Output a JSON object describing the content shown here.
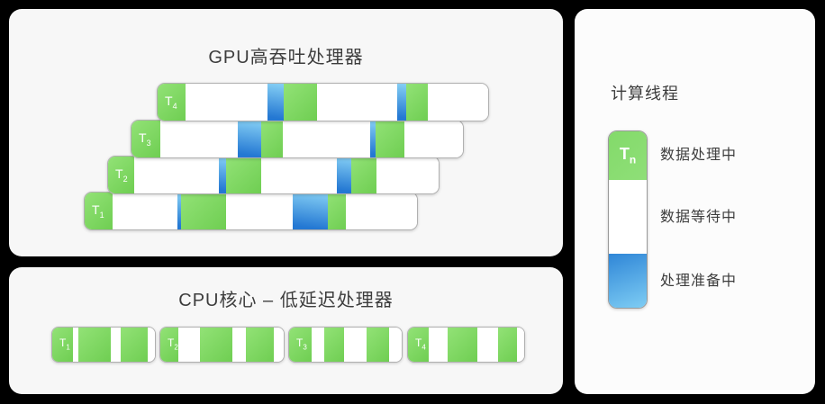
{
  "colors": {
    "green": "#7ed95f",
    "green_light": "#92e276",
    "blue_dark": "#2478d3",
    "blue_light": "#86d0f5",
    "panel_bg": "#f7f7f7",
    "legend_panel_bg": "#fcfcfc",
    "text": "#3d3d3d",
    "background": "#000000"
  },
  "gpu_panel": {
    "title": "GPU高吞吐处理器",
    "threads": [
      {
        "id": "t4",
        "label": "T",
        "sub": "4",
        "segments": [
          [
            "label",
            8.4
          ],
          [
            "wait",
            24.9
          ],
          [
            "ready",
            4.9
          ],
          [
            "process",
            10.0
          ],
          [
            "wait",
            24.4
          ],
          [
            "ready",
            2.7
          ],
          [
            "process",
            6.5
          ],
          [
            "wait",
            18.2
          ]
        ]
      },
      {
        "id": "t3",
        "label": "T",
        "sub": "3",
        "segments": [
          [
            "label",
            8.6
          ],
          [
            "wait",
            23.5
          ],
          [
            "ready",
            7.0
          ],
          [
            "process",
            6.5
          ],
          [
            "wait",
            26.5
          ],
          [
            "ready",
            1.6
          ],
          [
            "process",
            8.6
          ],
          [
            "wait",
            17.7
          ]
        ]
      },
      {
        "id": "t2",
        "label": "T",
        "sub": "2",
        "segments": [
          [
            "label",
            7.9
          ],
          [
            "wait",
            25.5
          ],
          [
            "ready",
            2.4
          ],
          [
            "process",
            10.6
          ],
          [
            "wait",
            22.8
          ],
          [
            "ready",
            4.3
          ],
          [
            "process",
            7.6
          ],
          [
            "wait",
            18.9
          ]
        ]
      },
      {
        "id": "t1",
        "label": "T",
        "sub": "1",
        "segments": [
          [
            "label",
            8.4
          ],
          [
            "wait",
            19.4
          ],
          [
            "ready",
            1.1
          ],
          [
            "process",
            13.7
          ],
          [
            "wait",
            19.9
          ],
          [
            "ready",
            10.8
          ],
          [
            "process",
            5.4
          ],
          [
            "wait",
            21.3
          ]
        ]
      }
    ]
  },
  "cpu_panel": {
    "title": "CPU核心 – 低延迟处理器",
    "threads": [
      {
        "id": "t1",
        "label": "T",
        "sub": "1",
        "segments": [
          [
            "label",
            19.8
          ],
          [
            "wait",
            6.0
          ],
          [
            "process",
            31.0
          ],
          [
            "wait",
            10.3
          ],
          [
            "process",
            25.9
          ],
          [
            "wait",
            7.0
          ]
        ]
      },
      {
        "id": "t2",
        "label": "T",
        "sub": "2",
        "segments": [
          [
            "label",
            14.4
          ],
          [
            "wait",
            18.0
          ],
          [
            "process",
            25.9
          ],
          [
            "wait",
            10.8
          ],
          [
            "process",
            23.0
          ],
          [
            "wait",
            7.9
          ]
        ]
      },
      {
        "id": "t3",
        "label": "T",
        "sub": "3",
        "segments": [
          [
            "label",
            19.7
          ],
          [
            "wait",
            11.8
          ],
          [
            "process",
            17.3
          ],
          [
            "wait",
            19.7
          ],
          [
            "process",
            20.5
          ],
          [
            "wait",
            11.0
          ]
        ]
      },
      {
        "id": "t4",
        "label": "T",
        "sub": "4",
        "segments": [
          [
            "label",
            17.6
          ],
          [
            "wait",
            16.8
          ],
          [
            "process",
            25.2
          ],
          [
            "wait",
            17.6
          ],
          [
            "process",
            16.8
          ],
          [
            "wait",
            6.0
          ]
        ]
      }
    ]
  },
  "legend": {
    "title": "计算线程",
    "thread_label": "T",
    "thread_sub": "n",
    "sections": [
      [
        "process",
        27.8
      ],
      [
        "wait",
        41.4
      ],
      [
        "ready",
        30.8
      ]
    ],
    "items": [
      {
        "id": "process",
        "label": "数据处理中"
      },
      {
        "id": "wait",
        "label": "数据等待中"
      },
      {
        "id": "ready",
        "label": "处理准备中"
      }
    ]
  }
}
